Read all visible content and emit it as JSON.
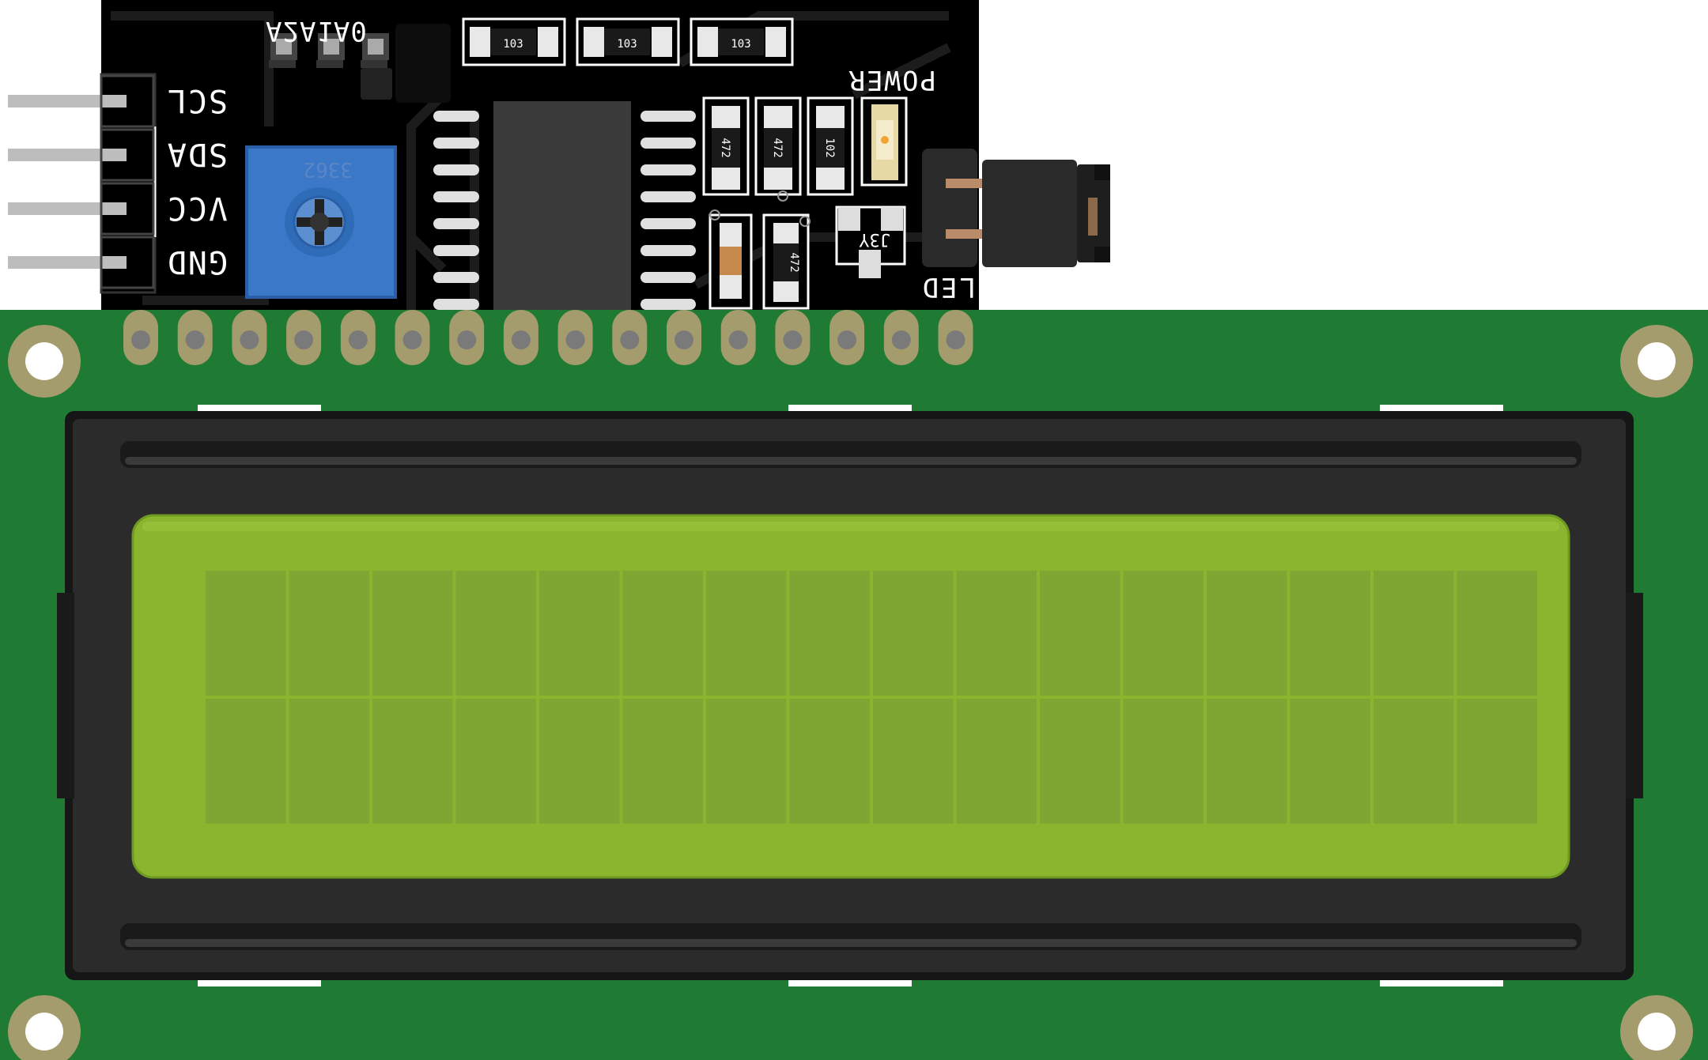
{
  "pin_header": {
    "labels": [
      "SCL",
      "SDA",
      "VCC",
      "GND"
    ],
    "addr_pads": [
      "A2",
      "A1",
      "A0"
    ]
  },
  "resistors_top": [
    "103",
    "103",
    "103"
  ],
  "resistors_right": [
    "472",
    "472",
    "102"
  ],
  "resistor_lower": "472",
  "potentiometer_code": "3362",
  "labels": {
    "power": "POWER",
    "led": "LED",
    "jumper_ref": "J3Y"
  },
  "lcd": {
    "rows": 2,
    "columns": 16,
    "edge_pad_count": 16,
    "colors": {
      "pcb_green": "#1f7a34",
      "backpack_black": "#000000",
      "bezel": "#2b2b2b",
      "screen": "#8ab52f",
      "char_cell": "#7ea633",
      "pot_blue": "#3b78c8",
      "pad_gold": "#a49c6c"
    }
  }
}
